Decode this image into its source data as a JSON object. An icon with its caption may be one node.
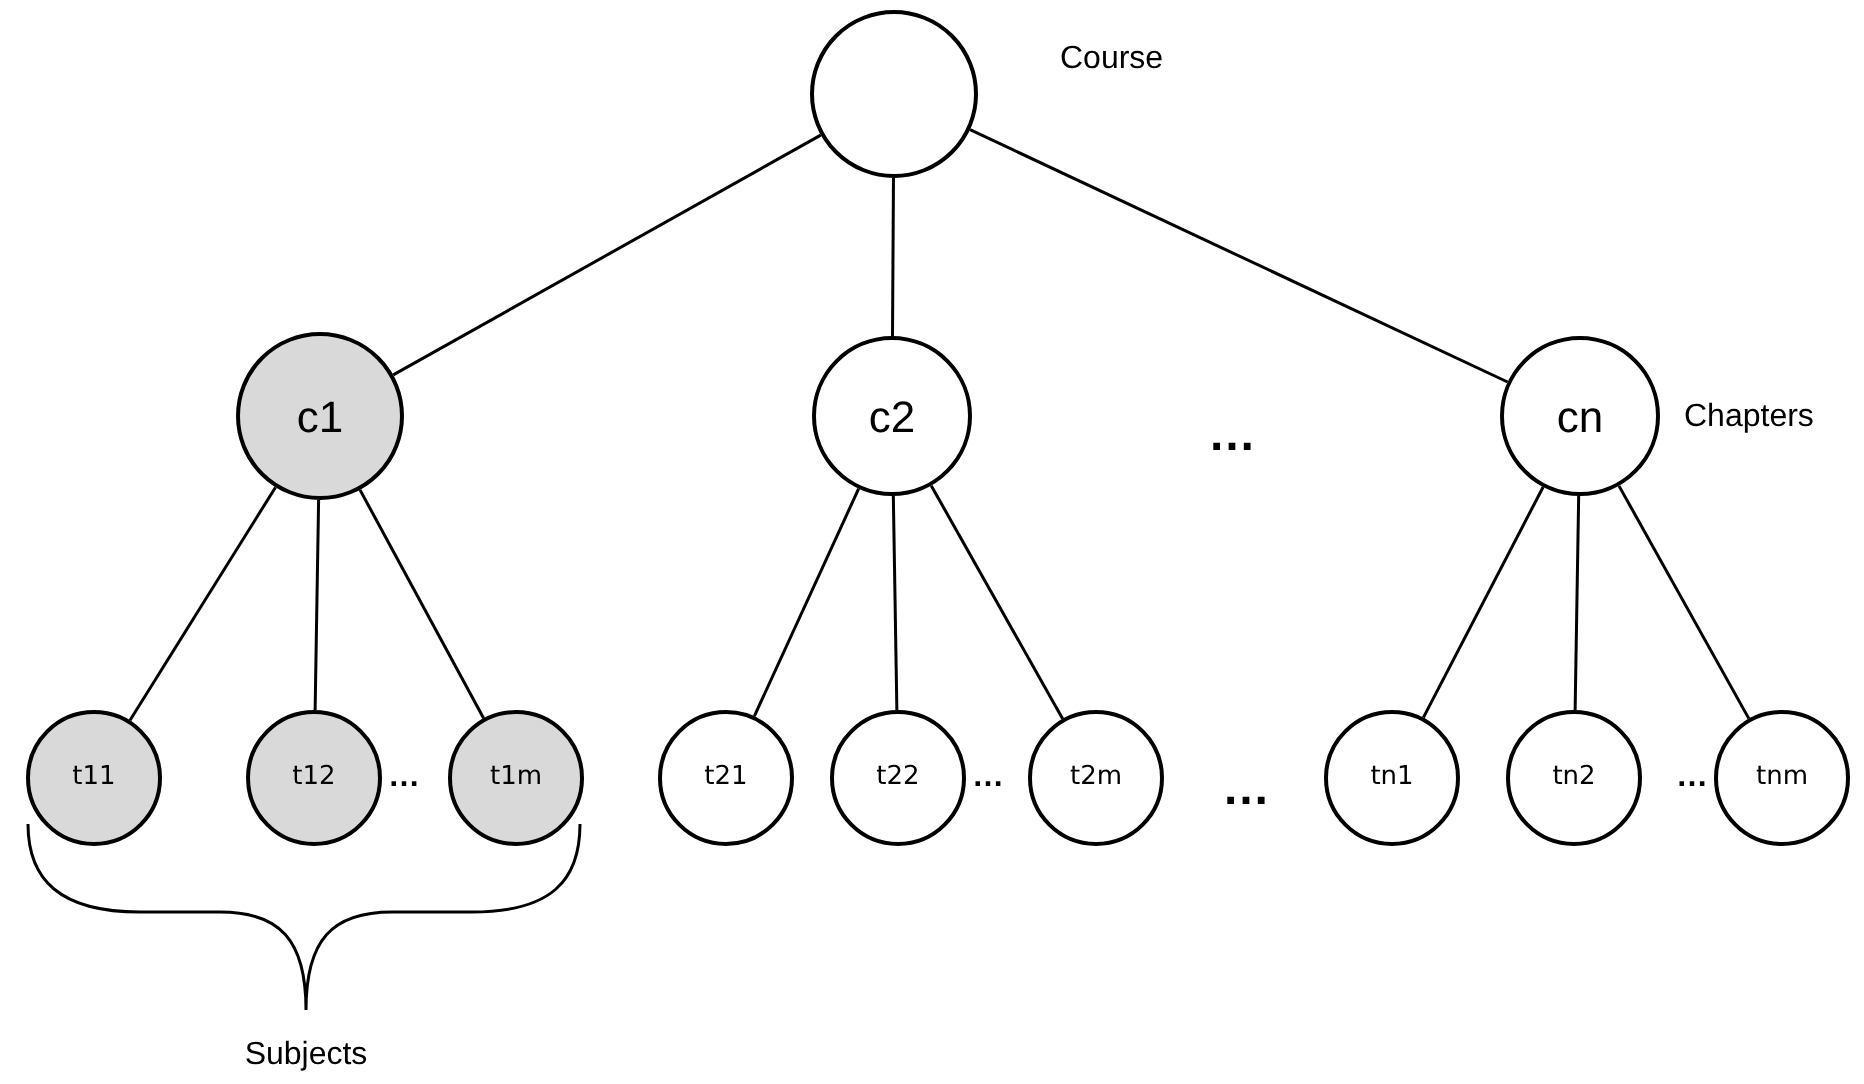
{
  "diagram": {
    "nodes": [
      {
        "text": [],
        "shape": "circle",
        "beside": [
          "Course"
        ]
      },
      {
        "text": [
          "c1"
        ]
      },
      {
        "text": [
          "c2"
        ]
      },
      {
        "text": [
          "cn"
        ],
        "beside": [
          "Chapters"
        ]
      },
      {
        "text": [
          "t11"
        ]
      },
      {
        "text": [
          "t12"
        ]
      },
      {
        "text": [
          "t1m"
        ]
      },
      {
        "text": [
          "t21"
        ]
      },
      {
        "text": [
          "t22"
        ]
      },
      {
        "text": [
          "t2m"
        ]
      },
      {
        "text": [
          "tn1"
        ]
      },
      {
        "text": [
          "tn2"
        ]
      },
      {
        "text": [
          "tnm"
        ]
      }
    ],
    "edges": [
      {
        "from": 0,
        "to": 1,
        "arrow": "none"
      },
      {
        "from": 0,
        "to": 2,
        "arrow": "none"
      },
      {
        "from": 0,
        "to": 3,
        "arrow": "none"
      },
      {
        "from": 1,
        "to": 4,
        "arrow": "none"
      },
      {
        "from": 1,
        "to": 5,
        "arrow": "none"
      },
      {
        "from": 1,
        "to": 6,
        "arrow": "none"
      },
      {
        "from": 2,
        "to": 7,
        "arrow": "none"
      },
      {
        "from": 2,
        "to": 8,
        "arrow": "none"
      },
      {
        "from": 2,
        "to": 9,
        "arrow": "none"
      },
      {
        "from": 3,
        "to": 10,
        "arrow": "none"
      },
      {
        "from": 3,
        "to": 11,
        "arrow": "none"
      },
      {
        "from": 3,
        "to": 12,
        "arrow": "none"
      }
    ],
    "labels": [
      "…",
      "…",
      "…",
      "…",
      "…",
      "Subjects"
    ]
  }
}
